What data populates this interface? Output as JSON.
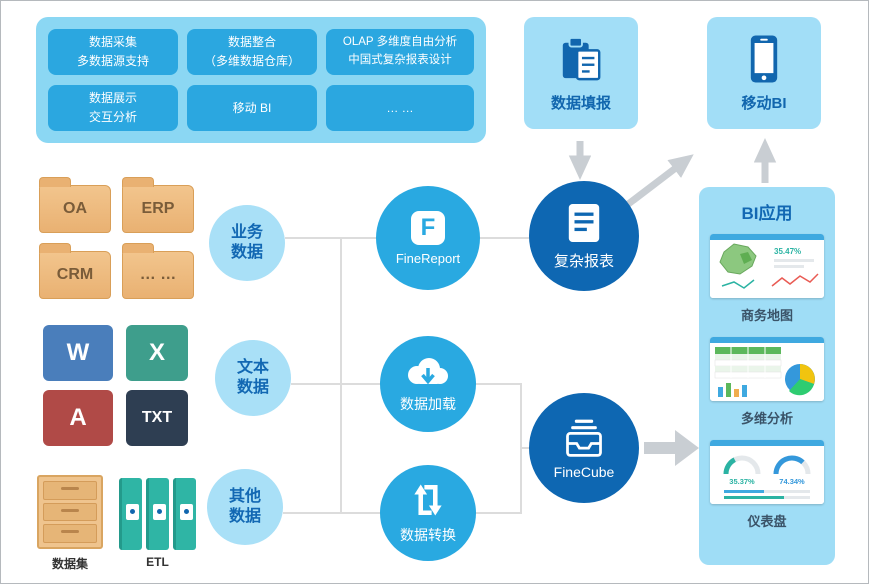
{
  "colors": {
    "panel_blue": "#8BD7F3",
    "box_blue": "#A2DEF7",
    "pill_blue": "#2BA7E0",
    "process_blue": "#29A9E1",
    "output_dark_blue": "#0E67B2",
    "label_dark_blue": "#1268B3",
    "connector_gray": "#DCDCDC",
    "arrow_gray": "#C9CED3",
    "folder_tan": "#ECB97E",
    "doc_word_blue": "#4A7EBB",
    "doc_excel_green": "#3E9E8C",
    "doc_a_red": "#B04A47",
    "doc_txt_navy": "#2E3E52",
    "binder_teal": "#2FB5A5"
  },
  "capability_panel": {
    "buttons": [
      {
        "line1": "数据采集",
        "line2": "多数据源支持"
      },
      {
        "line1": "数据整合",
        "line2": "（多维数据仓库）"
      },
      {
        "line1": "OLAP 多维度自由分析",
        "line2": "中国式复杂报表设计"
      },
      {
        "line1": "数据展示",
        "line2": "交互分析"
      },
      {
        "line1": "移动 BI",
        "line2": ""
      },
      {
        "line1": "… …",
        "line2": ""
      }
    ]
  },
  "top_boxes": {
    "data_entry_label": "数据填报",
    "mobile_bi_label": "移动BI"
  },
  "sources": {
    "business": {
      "folders": [
        "OA",
        "ERP",
        "CRM",
        "… …"
      ],
      "bubble": {
        "line1": "业务",
        "line2": "数据"
      }
    },
    "text": {
      "docs": [
        "W",
        "X",
        "A",
        "TXT"
      ],
      "bubble": {
        "line1": "文本",
        "line2": "数据"
      }
    },
    "other": {
      "dataset_label": "数据集",
      "etl_label": "ETL",
      "bubble": {
        "line1": "其他",
        "line2": "数据"
      }
    }
  },
  "process_nodes": {
    "finereport": {
      "logo_letter": "F",
      "label": "FineReport"
    },
    "data_load": {
      "label": "数据加载"
    },
    "data_transform": {
      "label": "数据转换"
    }
  },
  "output_nodes": {
    "complex_report": {
      "label": "复杂报表"
    },
    "finecube": {
      "label": "FineCube"
    }
  },
  "bi_panel": {
    "title": "BI应用",
    "apps": [
      {
        "label": "商务地图",
        "stats": [
          "35.47%"
        ]
      },
      {
        "label": "多维分析",
        "stats": []
      },
      {
        "label": "仪表盘",
        "stats": [
          "35.37%",
          "74.34%"
        ]
      }
    ]
  }
}
